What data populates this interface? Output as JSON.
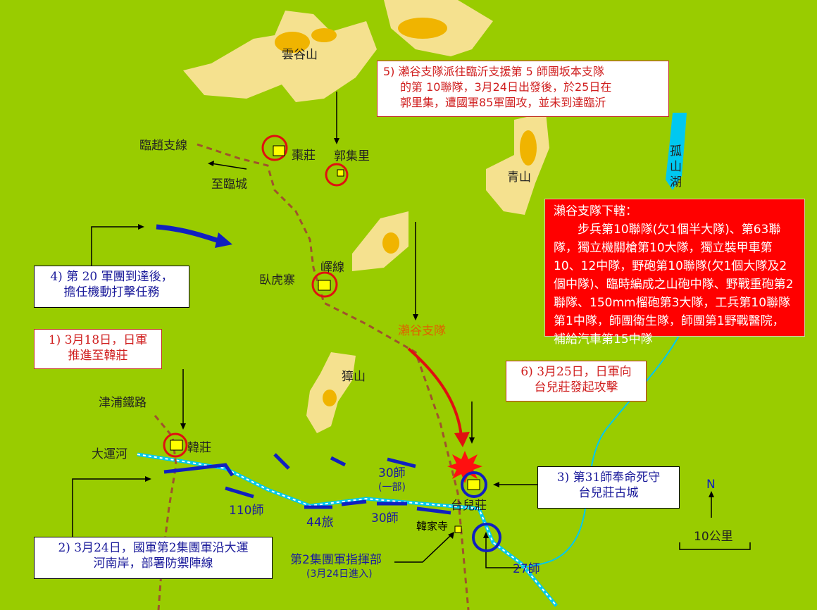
{
  "places": {
    "yungu_mountain": "雲谷山",
    "lincheng_branch": "臨趙支線",
    "to_lincheng": "至臨城",
    "zaozhuang": "棗莊",
    "guojili": "郭集里",
    "qing_mountain": "青山",
    "gushan_lake": "孤山湖",
    "yi_line": "嶧線",
    "wohuzhai": "臥虎寨",
    "setani_detachment": "瀨谷支隊",
    "zhang_mountain": "獐山",
    "jinpu_railway": "津浦鐵路",
    "hanzhuang": "韓莊",
    "grand_canal": "大運河",
    "taierzhuang": "台兒莊",
    "hanjiasi": "韓家寺",
    "hq_label": "第2集團軍指揮部",
    "hq_date": "(3月24日進入)"
  },
  "units": {
    "div110": "110師",
    "brig44": "44旅",
    "div30": "30師",
    "div30_part": "30師",
    "div30_part_note": "(一部)",
    "div27": "27師"
  },
  "notes": {
    "note1": [
      "1) 3月18日，日軍",
      "推進至韓莊"
    ],
    "note2": [
      "2) 3月24日，國軍第2集團軍沿大運",
      "河南岸，部署防禦陣線"
    ],
    "note3": [
      "3) 第31師奉命死守",
      "台兒莊古城"
    ],
    "note4": [
      "4) 第 20 軍團到達後，",
      "擔任機動打擊任務"
    ],
    "note5": [
      "5) 瀨谷支隊派往臨沂支援第 5 師團坂本支隊",
      "的第 10聯隊，3月24日出發後，於25日在",
      "郭里集，遭國軍85軍圍攻，並未到達臨沂"
    ],
    "note6": [
      "6) 3月25日，日軍向",
      "台兒莊發起攻擊"
    ]
  },
  "setani_box": {
    "title": "瀨谷支隊下轄：",
    "body": "步兵第10聯隊(欠1個半大隊)、第63聯隊，獨立機關槍第10大隊，獨立裝甲車第10、12中隊，野砲第10聯隊(欠1個大隊及2個中隊)、臨時編成之山砲中隊、野戰重砲第2聯隊、150mm榴砲第3大隊，工兵第10聯隊第1中隊，師團衛生隊，師團第1野戰醫院，補給汽車第15中隊"
  },
  "legend": {
    "north": "N",
    "scale": "10公里"
  },
  "colors": {
    "ground": "#99cc00",
    "hill": "#f5e18f",
    "hill_core": "#f0b400",
    "japanese": "#e01010",
    "chinese": "#1020c0",
    "water": "#00c8f0"
  }
}
